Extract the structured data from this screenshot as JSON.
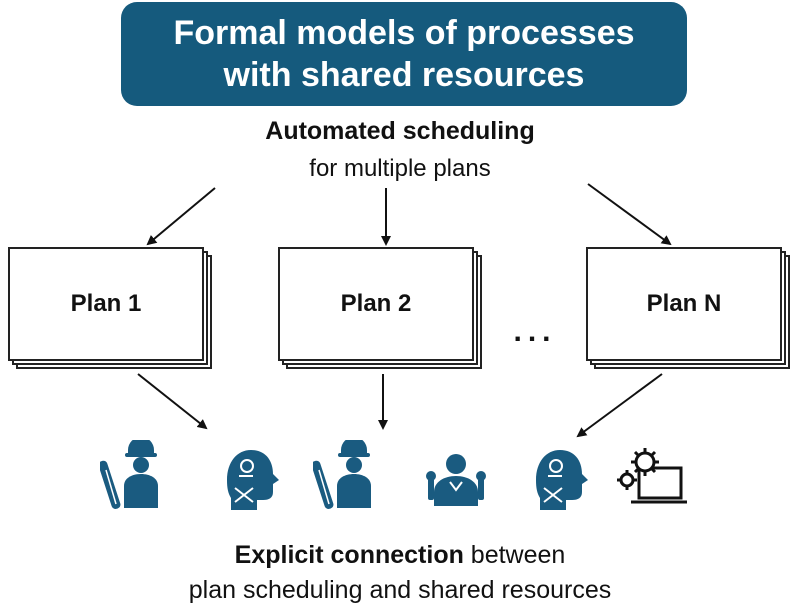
{
  "header": {
    "line1": "Formal models of processes",
    "line2": "with shared resources",
    "color": "#155a7d"
  },
  "scheduling": {
    "title": "Automated scheduling",
    "subtitle": "for multiple plans"
  },
  "plans": [
    {
      "label": "Plan 1"
    },
    {
      "label": "Plan 2"
    },
    {
      "label": "Plan N"
    }
  ],
  "ellipsis": "...",
  "resources": [
    {
      "icon": "engineer-with-blueprint-icon"
    },
    {
      "icon": "robot-head-icon"
    },
    {
      "icon": "engineer-with-blueprint-icon"
    },
    {
      "icon": "worker-with-tools-icon"
    },
    {
      "icon": "robot-head-icon"
    },
    {
      "icon": "computer-gears-icon"
    }
  ],
  "footer": {
    "bold": "Explicit connection",
    "rest": " between",
    "line2": "plan scheduling and shared resources"
  },
  "icon_color": "#1a5b80"
}
